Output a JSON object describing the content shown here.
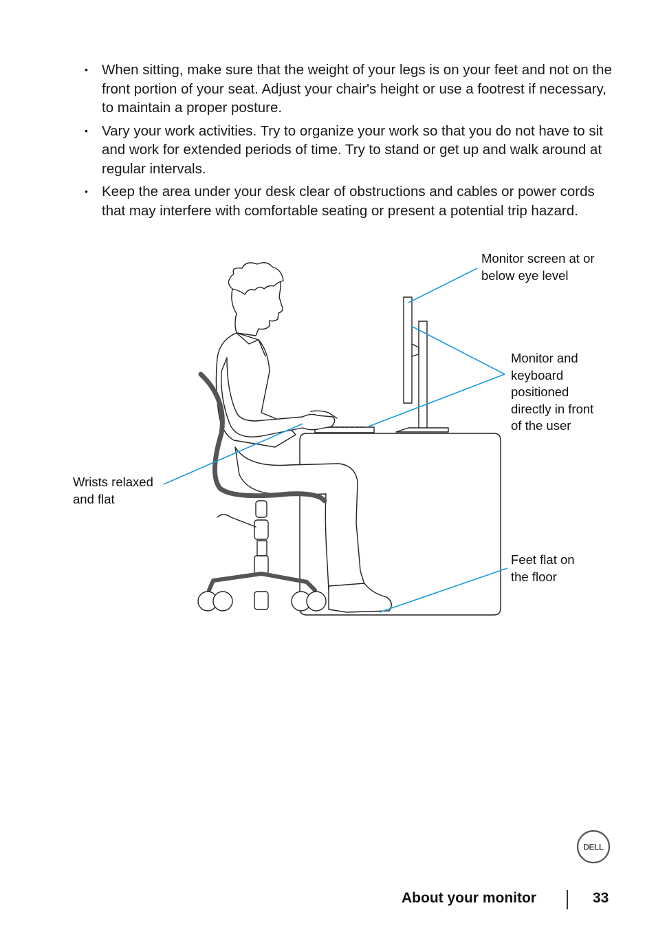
{
  "bullets": [
    "When sitting, make sure that the weight of your legs is on your feet and not on the front portion of your seat. Adjust your chair's height or use a footrest if necessary, to maintain a proper posture.",
    "Vary your work activities. Try to organize your work so that you do not have to sit and work for extended periods of time. Try to stand or get up and walk around at regular intervals.",
    "Keep the area under your desk clear of obstructions and cables or power cords that may interfere with comfortable seating or present a potential trip hazard."
  ],
  "bullet_marker": "•",
  "figure": {
    "callouts": {
      "monitor_eye": [
        "Monitor screen at or",
        "below eye level"
      ],
      "monitor_keyboard": [
        "Monitor and",
        "keyboard",
        "positioned",
        "directly in front",
        "of the user"
      ],
      "wrists": [
        "Wrists relaxed",
        "and flat"
      ],
      "feet": [
        "Feet flat on",
        "the floor"
      ]
    },
    "leader_color": "#1a9be0"
  },
  "footer": {
    "title": "About your monitor",
    "page_number": "33"
  },
  "logo": {
    "text": "DELL"
  }
}
